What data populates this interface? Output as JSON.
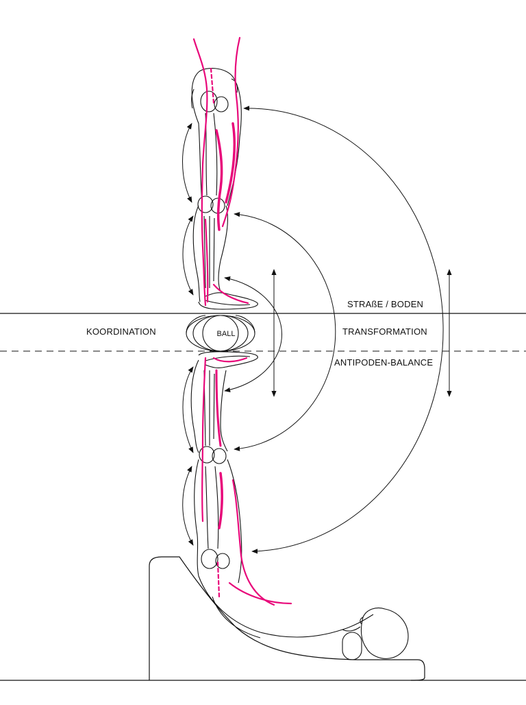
{
  "labels": {
    "koordination": "KOORDINATION",
    "ball": "BALL",
    "strasse_boden": "STRAßE / BODEN",
    "transformation": "TRANSFORMATION",
    "antipoden_balance": "ANTIPODEN-BALANCE"
  },
  "colors": {
    "line": "#111111",
    "muscle": "#e8087a",
    "background": "#ffffff"
  }
}
